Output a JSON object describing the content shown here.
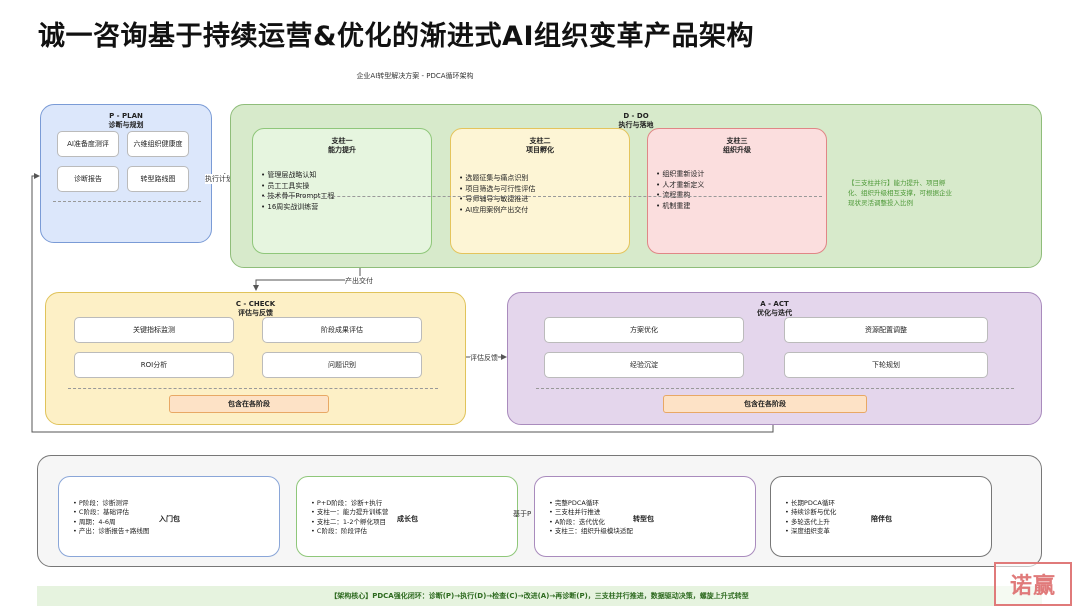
{
  "title": "诚一咨询基于持续运营&优化的渐进式AI组织变革产品架构",
  "subtitle": "企业AI转型解决方案 - PDCA循环架构",
  "plan": {
    "title": "P - PLAN",
    "subtitle": "诊断与规划",
    "items": [
      "AI准备度测评",
      "六维组织健康度",
      "诊断报告",
      "转型路线图"
    ]
  },
  "do": {
    "title": "D - DO",
    "subtitle": "执行与落地",
    "pillars": [
      {
        "title": "支柱一",
        "subtitle": "能力提升",
        "items": [
          "管理层战略认知",
          "员工工具实操",
          "技术骨干Prompt工程",
          "16周实战训练营"
        ]
      },
      {
        "title": "支柱二",
        "subtitle": "项目孵化",
        "items": [
          "选题征集与痛点识别",
          "项目筛选与可行性评估",
          "导师辅导与敏捷推进",
          "AI应用案例产出交付"
        ]
      },
      {
        "title": "支柱三",
        "subtitle": "组织升级",
        "items": [
          "组织重新设计",
          "人才重新定义",
          "流程重构",
          "机制重建"
        ]
      }
    ],
    "note": "【三支柱并行】能力提升、项目孵化、组织升级相互支撑，可根据企业现状灵活调整投入比例"
  },
  "check": {
    "title": "C - CHECK",
    "subtitle": "评估与反馈",
    "items": [
      "关键指标监测",
      "阶段成果评估",
      "ROI分析",
      "问题识别"
    ],
    "tag": "包含在各阶段"
  },
  "act": {
    "title": "A - ACT",
    "subtitle": "优化与迭代",
    "items": [
      "方案优化",
      "资源配置调整",
      "经验沉淀",
      "下轮规划"
    ],
    "tag": "包含在各阶段"
  },
  "flows": {
    "plan_to_do": "执行计划",
    "do_to_check": "产出交付",
    "check_to_act": "评估反馈",
    "packages_link": "基于P"
  },
  "packages": [
    {
      "name": "入门包",
      "items": [
        "P阶段：诊断测评",
        "C阶段：基础评估",
        "周期：4-6周",
        "产出：诊断报告+路线图"
      ]
    },
    {
      "name": "成长包",
      "items": [
        "P+D阶段：诊断+执行",
        "支柱一：能力提升训练营",
        "支柱二：1-2个孵化项目",
        "C阶段：阶段评估"
      ]
    },
    {
      "name": "转型包",
      "items": [
        "完整PDCA循环",
        "三支柱并行推进",
        "A阶段：迭代优化",
        "支柱三：组织升级模块适配"
      ]
    },
    {
      "name": "陪伴包",
      "items": [
        "长期PDCA循环",
        "持续诊断与优化",
        "多轮迭代上升",
        "深度组织变革"
      ]
    }
  ],
  "core": "【架构核心】PDCA强化闭环：诊断(P)→执行(D)→检查(C)→改进(A)→再诊断(P)，三支柱并行推进，数据驱动决策，螺旋上升式转型",
  "stamp": "诺赢",
  "colors": {
    "plan": "#dce7fb",
    "do": "#d7eacb",
    "check": "#fdf0c6",
    "act": "#e4d6ec",
    "pillar1": "#e6f5df",
    "pillar2": "#fdf5d5",
    "pillar3": "#fbdede",
    "tag": "#fde2c6",
    "core": "#e6f3df"
  },
  "icons": [
    "bullet-dot",
    "arrow-right",
    "arrow-down",
    "arrow-left"
  ]
}
